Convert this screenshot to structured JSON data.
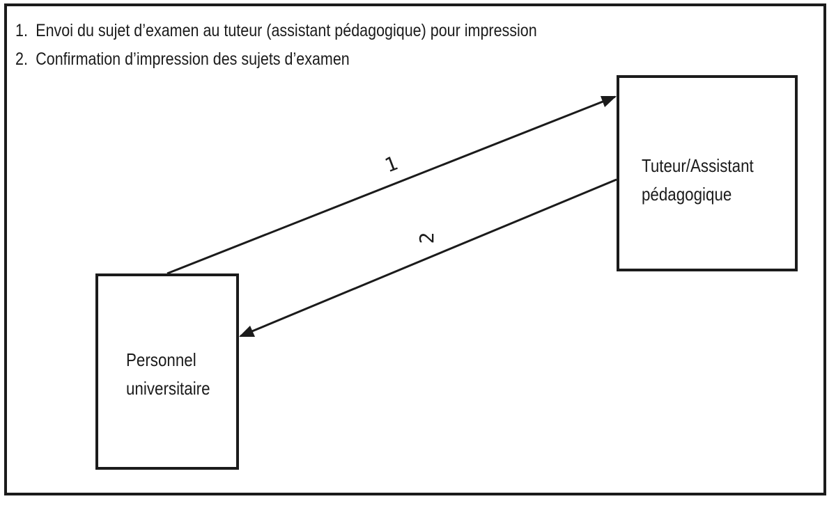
{
  "legend": {
    "items": [
      {
        "number": "1.",
        "text": "Envoi du sujet d’examen au tuteur (assistant pédagogique) pour impression"
      },
      {
        "number": "2.",
        "text": "Confirmation d’impression des sujets d’examen"
      }
    ]
  },
  "nodes": {
    "tutor": {
      "line1": "Tuteur/Assistant",
      "line2": "pédagogique"
    },
    "staff": {
      "line1": "Personnel",
      "line2": "universitaire"
    }
  },
  "arrows": {
    "send_label": "1",
    "confirm_label": "2"
  },
  "colors": {
    "ink": "#1b1b1b",
    "background": "#ffffff"
  }
}
